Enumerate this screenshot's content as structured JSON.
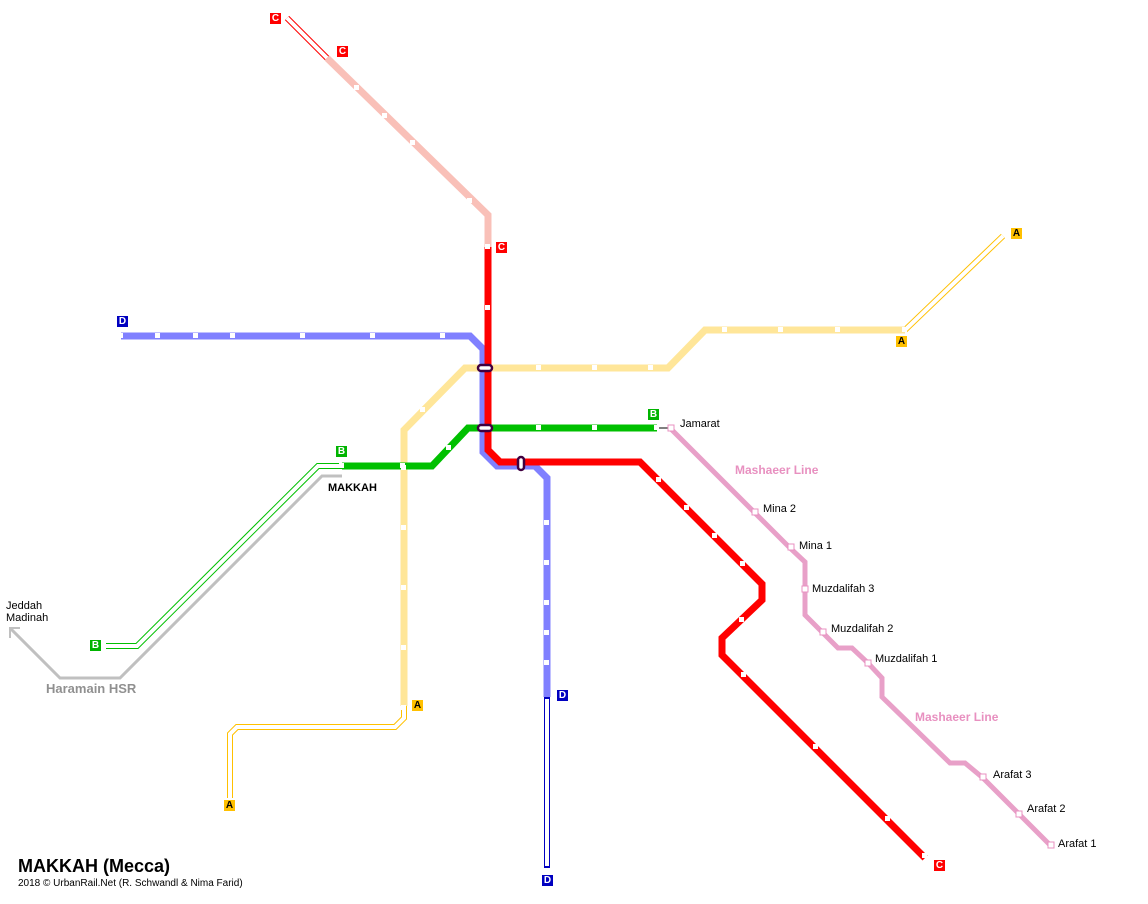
{
  "title": "MAKKAH (Mecca)",
  "credit": "2018 © UrbanRail.Net  (R. Schwandl & Nima Farid)",
  "lines": {
    "a": {
      "label": "A",
      "color": "#ffe699"
    },
    "b": {
      "label": "B",
      "color": "#00c000"
    },
    "c": {
      "label": "C",
      "color": "#ff0000",
      "planned_color": "#f9c0b8"
    },
    "d": {
      "label": "D",
      "color": "#8080ff"
    },
    "mashaeer": {
      "label": "Mashaeer Line",
      "color": "#e8a0c8"
    },
    "hsr": {
      "label": "Haramain HSR",
      "color": "#c0c0c0"
    }
  },
  "places": {
    "jeddah": "Jeddah",
    "madinah": "Madinah",
    "makkah": "MAKKAH"
  },
  "mashaeer_stations": [
    "Jamarat",
    "Mina 2",
    "Mina 1",
    "Muzdalifah 3",
    "Muzdalifah 2",
    "Muzdalifah 1",
    "Arafat 3",
    "Arafat 2",
    "Arafat 1"
  ]
}
